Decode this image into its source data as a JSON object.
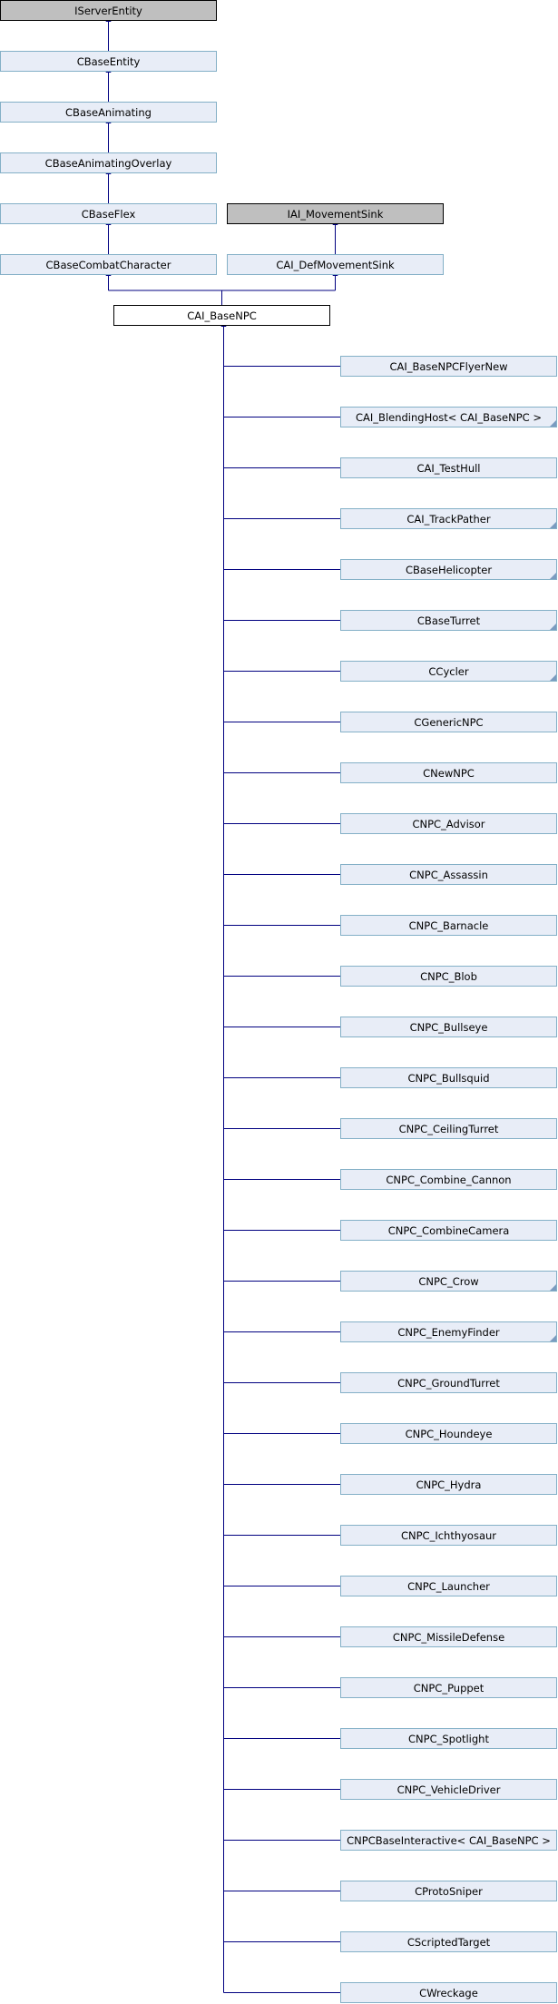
{
  "nodes": {
    "iserver_entity": "IServerEntity",
    "cbase_entity": "CBaseEntity",
    "cbase_animating": "CBaseAnimating",
    "cbase_animating_overlay": "CBaseAnimatingOverlay",
    "cbase_flex": "CBaseFlex",
    "iai_movement_sink": "IAI_MovementSink",
    "cbase_combat_character": "CBaseCombatCharacter",
    "cai_def_movement_sink": "CAI_DefMovementSink",
    "cai_base_npc": "CAI_BaseNPC"
  },
  "derived_classes": [
    {
      "name": "CAI_BaseNPCFlyerNew",
      "has_more": false
    },
    {
      "name": "CAI_BlendingHost< CAI_BaseNPC >",
      "has_more": true
    },
    {
      "name": "CAI_TestHull",
      "has_more": false
    },
    {
      "name": "CAI_TrackPather",
      "has_more": true
    },
    {
      "name": "CBaseHelicopter",
      "has_more": true
    },
    {
      "name": "CBaseTurret",
      "has_more": true
    },
    {
      "name": "CCycler",
      "has_more": true
    },
    {
      "name": "CGenericNPC",
      "has_more": false
    },
    {
      "name": "CNewNPC",
      "has_more": false
    },
    {
      "name": "CNPC_Advisor",
      "has_more": false
    },
    {
      "name": "CNPC_Assassin",
      "has_more": false
    },
    {
      "name": "CNPC_Barnacle",
      "has_more": false
    },
    {
      "name": "CNPC_Blob",
      "has_more": false
    },
    {
      "name": "CNPC_Bullseye",
      "has_more": false
    },
    {
      "name": "CNPC_Bullsquid",
      "has_more": false
    },
    {
      "name": "CNPC_CeilingTurret",
      "has_more": false
    },
    {
      "name": "CNPC_Combine_Cannon",
      "has_more": false
    },
    {
      "name": "CNPC_CombineCamera",
      "has_more": false
    },
    {
      "name": "CNPC_Crow",
      "has_more": true
    },
    {
      "name": "CNPC_EnemyFinder",
      "has_more": true
    },
    {
      "name": "CNPC_GroundTurret",
      "has_more": false
    },
    {
      "name": "CNPC_Houndeye",
      "has_more": false
    },
    {
      "name": "CNPC_Hydra",
      "has_more": false
    },
    {
      "name": "CNPC_Ichthyosaur",
      "has_more": false
    },
    {
      "name": "CNPC_Launcher",
      "has_more": false
    },
    {
      "name": "CNPC_MissileDefense",
      "has_more": false
    },
    {
      "name": "CNPC_Puppet",
      "has_more": false
    },
    {
      "name": "CNPC_Spotlight",
      "has_more": false
    },
    {
      "name": "CNPC_VehicleDriver",
      "has_more": false
    },
    {
      "name": "CNPCBaseInteractive< CAI_BaseNPC >",
      "has_more": false
    },
    {
      "name": "CProtoSniper",
      "has_more": false
    },
    {
      "name": "CScriptedTarget",
      "has_more": false
    },
    {
      "name": "CWreckage",
      "has_more": false
    }
  ],
  "colors": {
    "edge": "#000080",
    "node_fill": "#e8edf7",
    "node_border": "#84b0c7",
    "external_fill": "#bfbfbf",
    "current_fill": "#ffffff"
  }
}
